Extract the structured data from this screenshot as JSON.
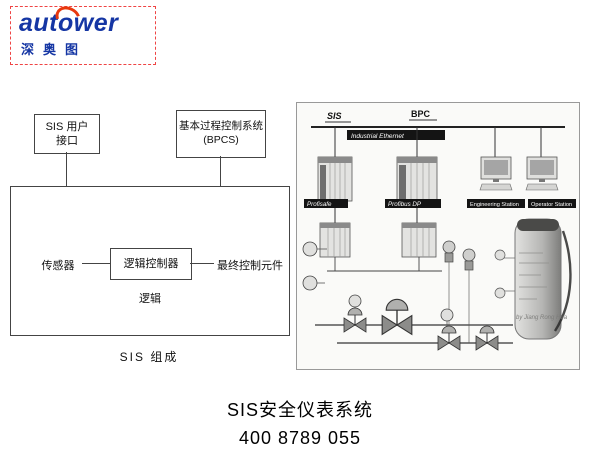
{
  "logo": {
    "brand": "autower",
    "chinese": "深奥图",
    "brand_color": "#1536a4",
    "accent_color": "#e8380d"
  },
  "sis_block_diagram": {
    "user_interface_box": "SIS 用户\n接口",
    "bpcs_box": "基本过程控制系统\n(BPCS)",
    "sensor_label": "传感器",
    "logic_controller_label": "逻辑控制器",
    "final_element_label": "最终控制元件",
    "logic_label": "逻辑",
    "caption": "SIS 组成"
  },
  "architecture_diagram": {
    "sis_label": "SIS",
    "bpc_label": "BPC",
    "industrial_ethernet_label": "Industrial Ethernet",
    "profisafe_label": "Profisafe",
    "profibus_dp_label": "Profibus DP",
    "engineering_station_label": "Engineering Station",
    "operator_station_label": "Operator Station",
    "watermark": "by Jiang Rong Hua"
  },
  "footer": {
    "title": "SIS安全仪表系统",
    "phone": "400 8789 055"
  }
}
